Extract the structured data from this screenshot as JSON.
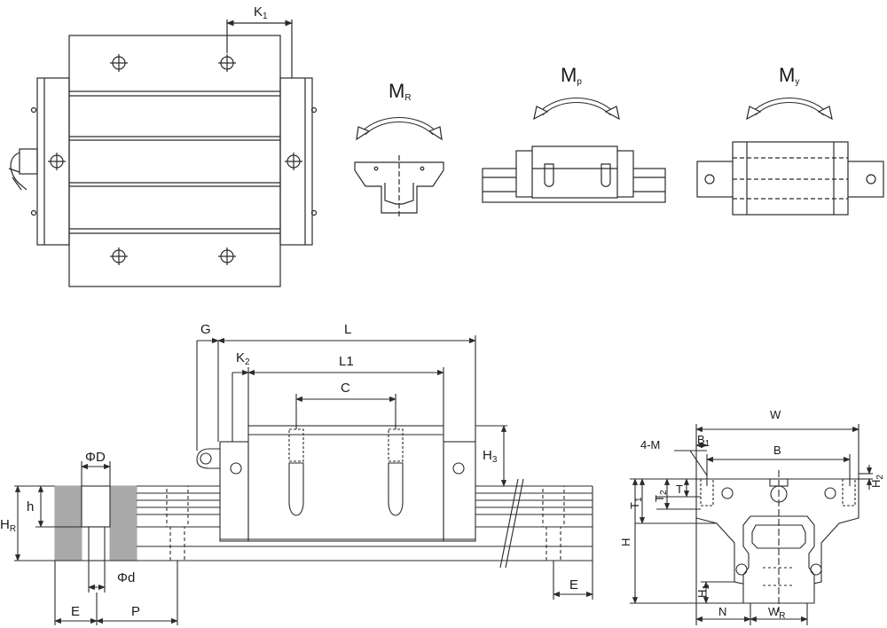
{
  "views": {
    "top_view": {
      "label_K1": "K",
      "label_K1_sub": "1"
    },
    "moment_MR": {
      "main": "M",
      "sub": "R"
    },
    "moment_Mp": {
      "main": "M",
      "sub": "p"
    },
    "moment_My": {
      "main": "M",
      "sub": "y"
    },
    "side_view": {
      "G": "G",
      "L": "L",
      "K2": "K",
      "K2_sub": "2",
      "L1": "L1",
      "C": "C",
      "H3": "H",
      "H3_sub": "3",
      "E": "E",
      "P": "P",
      "PhiD": "ΦD",
      "Phid": "Φd",
      "h": "h",
      "HR": "H",
      "HR_sub": "R"
    },
    "end_view": {
      "W": "W",
      "fourM": "4-M",
      "B1": "B",
      "B1_sub": "1",
      "B": "B",
      "T": "T",
      "T1": "T",
      "T1_sub": "1",
      "T2": "T",
      "T2_sub": "2",
      "H": "H",
      "H1": "H",
      "H1_sub": "1",
      "H2": "H",
      "H2_sub": "2",
      "N": "N",
      "WR": "W",
      "WR_sub": "R"
    }
  },
  "colors": {
    "line": "#2a2a2a",
    "hatch": "#a9a9a9",
    "paper": "#ffffff"
  }
}
